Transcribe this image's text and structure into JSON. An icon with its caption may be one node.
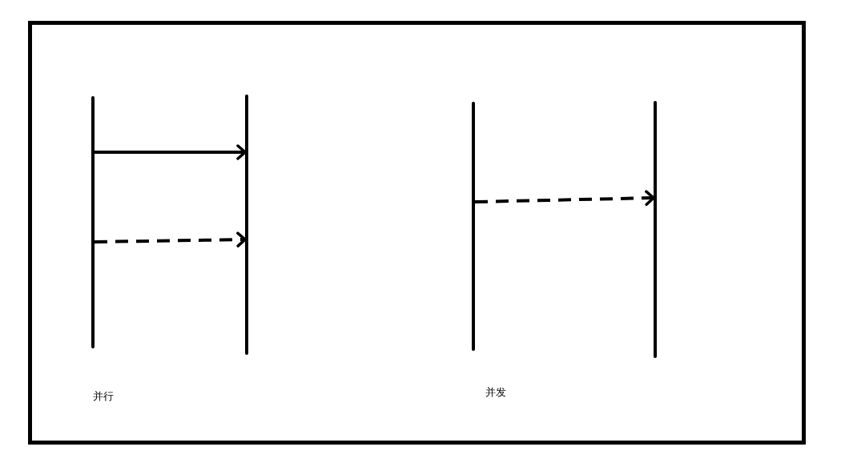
{
  "diagram": {
    "nodes": [
      {
        "text": [],
        "shape": "bar"
      },
      {
        "text": [],
        "shape": "bar"
      },
      {
        "text": [],
        "shape": "bar"
      },
      {
        "text": [],
        "shape": "bar"
      }
    ],
    "edges": [
      {
        "from": 0,
        "to": 1,
        "arrow": "to"
      },
      {
        "from": 0,
        "to": 1,
        "arrow": "to",
        "style": "dashed"
      },
      {
        "from": 2,
        "to": 3,
        "arrow": "to",
        "style": "dashed"
      }
    ],
    "labels": [
      "并行",
      "并发"
    ]
  }
}
